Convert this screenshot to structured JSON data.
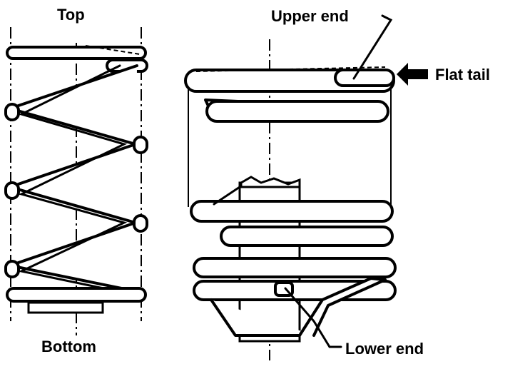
{
  "labels": {
    "top": "Top",
    "bottom": "Bottom",
    "upper_end": "Upper end",
    "flat_tail": "Flat tail",
    "lower_end": "Lower end"
  },
  "colors": {
    "ink": "#000000",
    "paper": "#ffffff"
  },
  "icons": {
    "flat_tail_pointer": "left-arrow-icon"
  }
}
